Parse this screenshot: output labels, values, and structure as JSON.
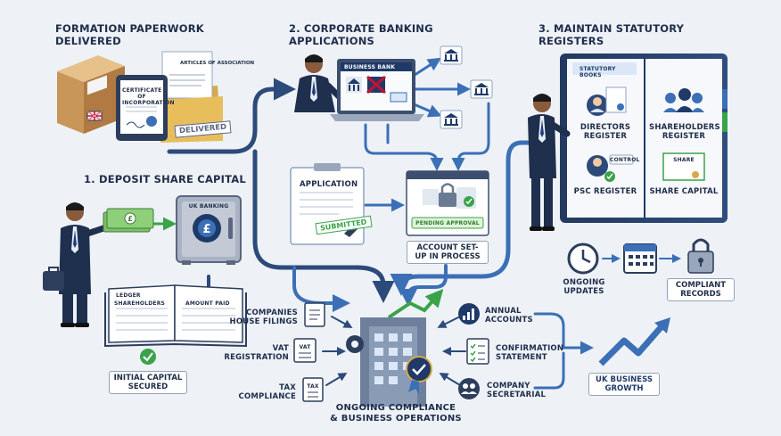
{
  "titles": {
    "formation": "FORMATION PAPERWORK DELIVERED",
    "banking": "2. CORPORATE BANKING APPLICATIONS",
    "registers": "3. MAINTAIN STATUTORY REGISTERS",
    "deposit": "1. DEPOSIT SHARE CAPITAL",
    "ongoing_line1": "ONGOING COMPLIANCE",
    "ongoing_line2": "& BUSINESS OPERATIONS"
  },
  "formation": {
    "doc_articles": "ARTICLES OF ASSOCIATION",
    "doc_certificate": "CERTIFICATE OF INCORPORATION",
    "stamp_delivered": "DELIVERED"
  },
  "banking": {
    "screen_header": "BUSINESS BANK",
    "application_title": "APPLICATION",
    "stamp_submitted": "SUBMITTED",
    "pending_approval": "PENDING APPROVAL",
    "account_setup": "ACCOUNT SET-UP IN PROCESS"
  },
  "registers": {
    "book_title": "STATUTORY BOOKS",
    "directors": "DIRECTORS REGISTER",
    "shareholders": "SHAREHOLDERS REGISTER",
    "psc": "PSC REGISTER",
    "control_badge": "CONTROL",
    "share_capital": "SHARE CAPITAL",
    "share_doc": "SHARE",
    "ongoing_updates": "ONGOING UPDATES",
    "compliant_records": "COMPLIANT RECORDS"
  },
  "deposit": {
    "safe_label": "UK BANKING",
    "ledger_label": "LEDGER",
    "ledger_col1": "SHAREHOLDERS",
    "ledger_col2": "AMOUNT PAID",
    "initial_capital": "INITIAL CAPITAL SECURED"
  },
  "compliance": {
    "companies_house": "COMPANIES HOUSE FILINGS",
    "vat": "VAT REGISTRATION",
    "tax": "TAX COMPLIANCE",
    "annual_accounts": "ANNUAL ACCOUNTS",
    "confirmation": "CONFIRMATION STATEMENT",
    "secretarial": "COMPANY SECRETARIAL",
    "vat_doc": "VAT",
    "tax_doc": "TAX",
    "growth": "UK BUSINESS GROWTH"
  },
  "colors": {
    "navy": "#1f3a68",
    "blue": "#3b6fb6",
    "light_blue": "#8fb3e0",
    "green": "#3aa34a",
    "gold": "#d7a94a",
    "red": "#c8102e",
    "background": "#eef2f7"
  }
}
